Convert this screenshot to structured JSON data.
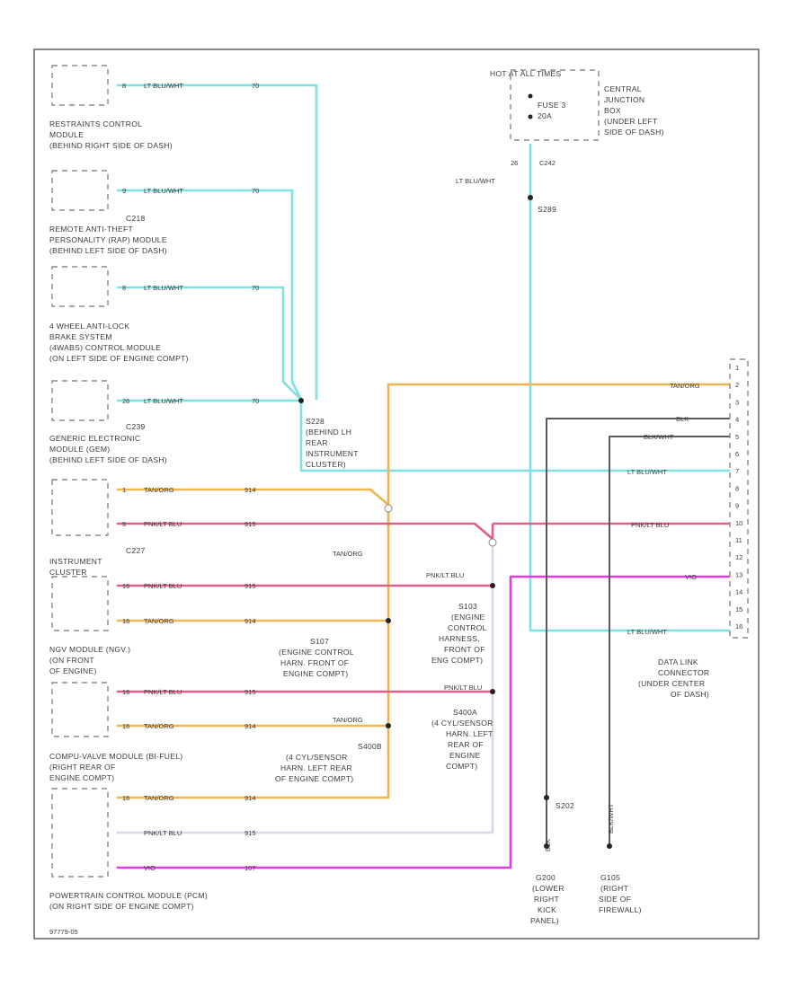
{
  "components": {
    "rcm": [
      "RESTRAINTS CONTROL",
      "MODULE",
      "(BEHIND RIGHT SIDE OF DASH)"
    ],
    "rkm": [
      "C218",
      "REMOTE ANTI-THEFT",
      "PERSONALITY (RAP) MODULE",
      "(BEHIND LEFT SIDE OF DASH)"
    ],
    "abs": [
      "4 WHEEL ANTI-LOCK",
      "BRAKE SYSTEM",
      "(4WABS) CONTROL MODULE",
      "(ON LEFT SIDE OF ENGINE COMPT)"
    ],
    "gem": [
      "C239",
      "GENERIC ELECTRONIC",
      "MODULE (GEM)",
      "(BEHIND LEFT SIDE OF DASH)"
    ],
    "ic": [
      "C227",
      "INSTRUMENT",
      "CLUSTER"
    ],
    "ngv": [
      "NGV MODULE   (NGV.)",
      "(ON FRONT",
      "OF ENGINE)"
    ],
    "cmp": [
      "COMPU-VALVE MODULE   (BI-FUEL)",
      "(RIGHT REAR OF",
      "ENGINE COMPT)"
    ],
    "pcm": [
      "POWERTRAIN CONTROL MODULE (PCM)",
      "(ON RIGHT SIDE OF ENGINE COMPT)"
    ],
    "fuse": [
      "HOT AT ALL TIMES",
      "FUSE 3",
      "20A"
    ],
    "cjb": [
      "CENTRAL",
      "JUNCTION",
      "BOX",
      "(UNDER LEFT",
      "SIDE OF DASH)"
    ],
    "dlc": [
      "DATA LINK",
      "CONNECTOR",
      "(UNDER CENTER",
      "OF DASH)"
    ]
  },
  "splices": {
    "s228": [
      "S228",
      "(BEHIND LH",
      "REAR",
      "INSTRUMENT",
      "CLUSTER)"
    ],
    "s107": [
      "S107",
      "(ENGINE CONTROL",
      "HARN. FRONT OF",
      "ENGINE COMPT)"
    ],
    "s103": [
      "S103",
      "(ENGINE",
      "CONTROL",
      "HARNESS,",
      "FRONT OF",
      "ENG COMPT)"
    ],
    "s400a": [
      "S400A",
      "(4 CYL/SENSOR",
      "HARN. LEFT",
      "REAR OF",
      "ENGINE",
      "COMPT)"
    ],
    "s400b": [
      "S400B",
      "(4 CYL/SENSOR",
      "HARN. LEFT REAR",
      "OF ENGINE COMPT)"
    ],
    "s289": "S289",
    "s202": "S202",
    "g200": [
      "G200",
      "(LOWER",
      "RIGHT",
      "KICK",
      "PANEL)"
    ],
    "g105": [
      "G105",
      "(RIGHT",
      "SIDE OF",
      "FIREWALL)"
    ]
  },
  "wires": {
    "lt_blu_wht": "LT BLU/WHT",
    "tan_org": "TAN/ORG",
    "pnk_lt_blu": "PNK/LT BLU",
    "vio": "VIO",
    "blk": "BLK",
    "blk_wht": "BLK/WHT",
    "c70": "70",
    "c914": "914",
    "c915": "915",
    "c107": "107",
    "c242": "C242",
    "pin26": "26",
    "pins_left": [
      "8",
      "9",
      "8",
      "26",
      "1",
      "9",
      "16",
      "16",
      "16",
      "16",
      "16"
    ]
  },
  "dlc_pins": [
    "1",
    "2",
    "3",
    "4",
    "5",
    "6",
    "7",
    "8",
    "9",
    "10",
    "11",
    "12",
    "13",
    "14",
    "15",
    "16"
  ],
  "footer": "97779-05",
  "colors": {
    "lt_blu_wht": "#7fe0e0",
    "tan_org": "#f0b450",
    "pnk_lt_blu": "#e05f86",
    "vio": "#e23ae2",
    "blk": "#5a5a5a"
  }
}
